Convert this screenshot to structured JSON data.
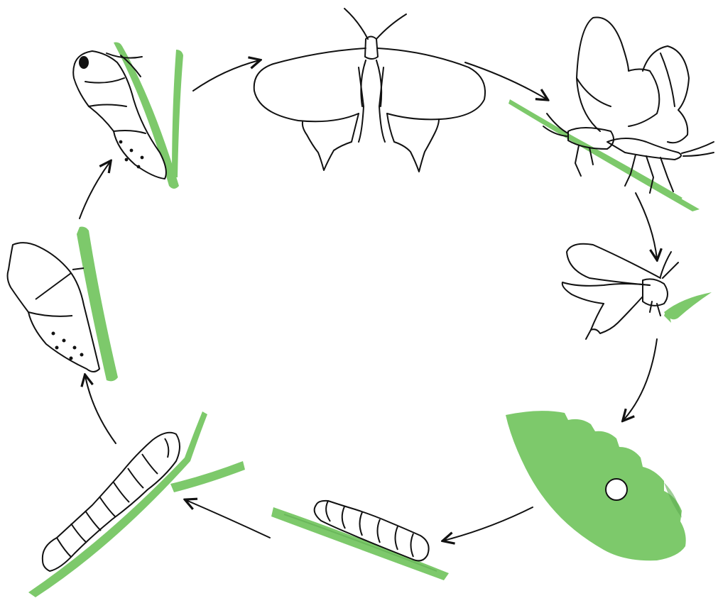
{
  "colors": {
    "background": "#ffffff",
    "outline": "#111111",
    "plant_green": "#7dc96b",
    "plant_green_dark": "#5fae52",
    "egg": "#ffffff"
  },
  "stages": [
    {
      "id": "butterfly",
      "icon": "butterfly-icon"
    },
    {
      "id": "mating",
      "icon": "mating-butterflies-icon"
    },
    {
      "id": "egg-laying",
      "icon": "egg-laying-butterfly-icon"
    },
    {
      "id": "egg-on-leaf",
      "icon": "egg-on-leaf-icon"
    },
    {
      "id": "small-caterpillar",
      "icon": "small-caterpillar-icon"
    },
    {
      "id": "large-caterpillar",
      "icon": "large-caterpillar-icon"
    },
    {
      "id": "chrysalis",
      "icon": "chrysalis-icon"
    },
    {
      "id": "emerging-butterfly",
      "icon": "emerging-butterfly-icon"
    }
  ],
  "cycle_direction": "clockwise"
}
